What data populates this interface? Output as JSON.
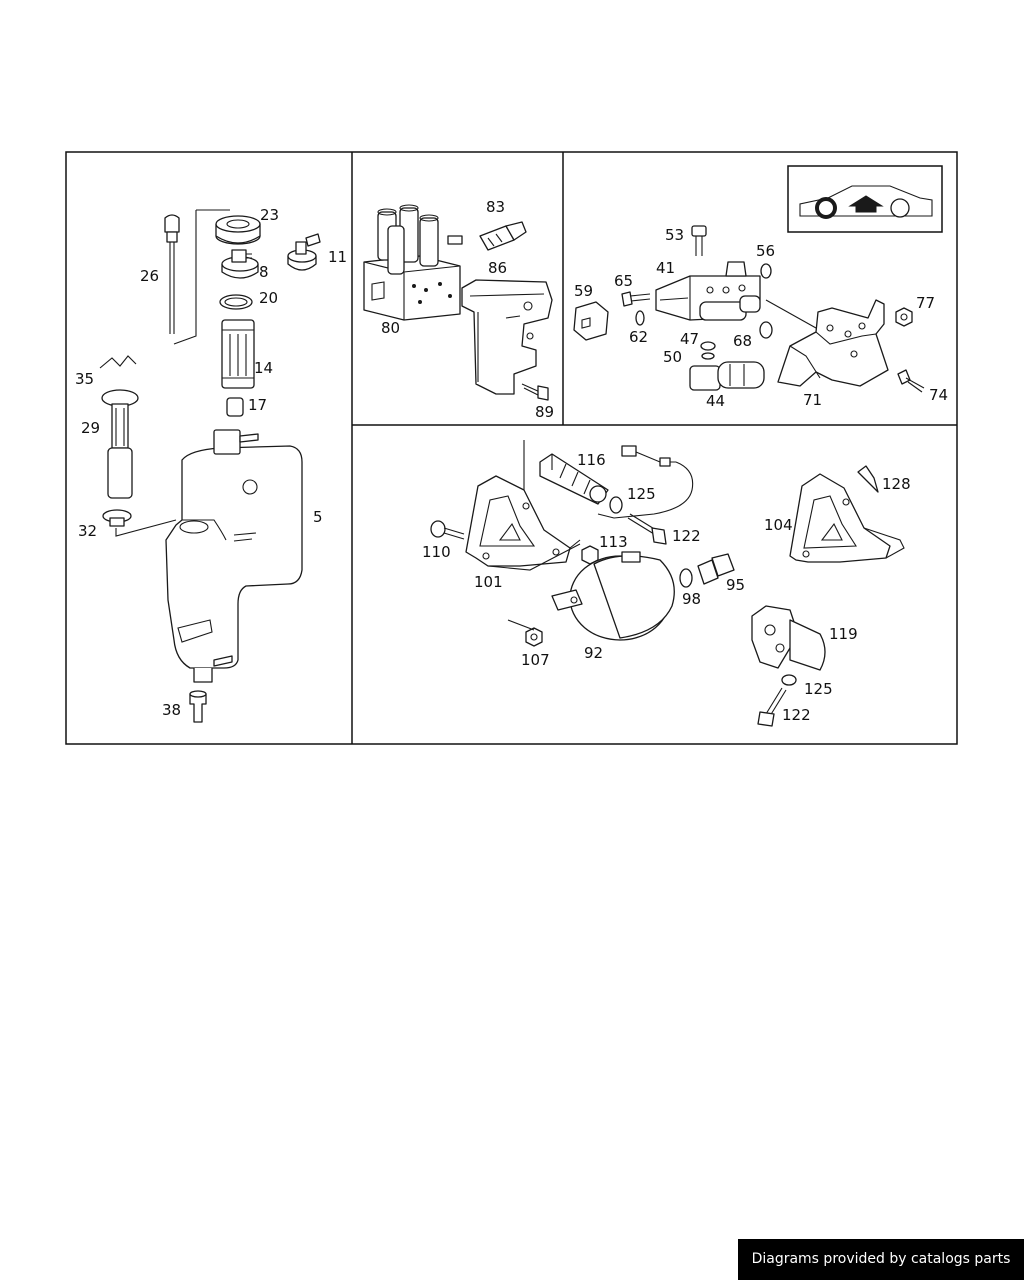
{
  "labels": {
    "l23": "23",
    "l26": "26",
    "l8": "8",
    "l11": "11",
    "l20": "20",
    "l14": "14",
    "l17": "17",
    "l35": "35",
    "l29": "29",
    "l5": "5",
    "l32": "32",
    "l38": "38",
    "l83": "83",
    "l86": "86",
    "l80": "80",
    "l89": "89",
    "l53": "53",
    "l56": "56",
    "l65": "65",
    "l41": "41",
    "l59": "59",
    "l77": "77",
    "l62": "62",
    "l47": "47",
    "l68": "68",
    "l50": "50",
    "l44": "44",
    "l71": "71",
    "l74": "74",
    "l116": "116",
    "l125a": "125",
    "l122a": "122",
    "l128": "128",
    "l104": "104",
    "l110": "110",
    "l113": "113",
    "l101": "101",
    "l98": "98",
    "l95": "95",
    "l92": "92",
    "l107": "107",
    "l119": "119",
    "l125b": "125",
    "l122b": "122"
  },
  "icons": {
    "vehicle": "car-front-axle-icon"
  },
  "credit": "Diagrams provided by catalogs parts"
}
